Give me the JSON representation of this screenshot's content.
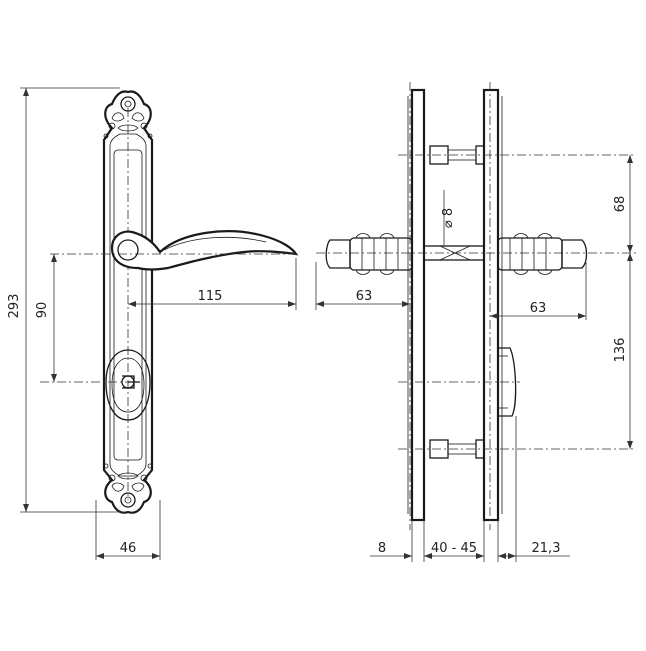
{
  "dimensions": {
    "plate_height": "293",
    "handle_to_key": "90",
    "handle_length": "115",
    "plate_width": "46",
    "spindle_diameter": "⌀ 8",
    "handle_projection_left": "63",
    "handle_projection_right": "63",
    "top_screw_to_spindle": "68",
    "spindle_to_bottom_screw": "136",
    "plate_thickness": "8",
    "door_thickness": "40 - 45",
    "cylinder_projection": "21,3"
  },
  "colors": {
    "line": "#1a1a1a",
    "background": "#ffffff"
  }
}
